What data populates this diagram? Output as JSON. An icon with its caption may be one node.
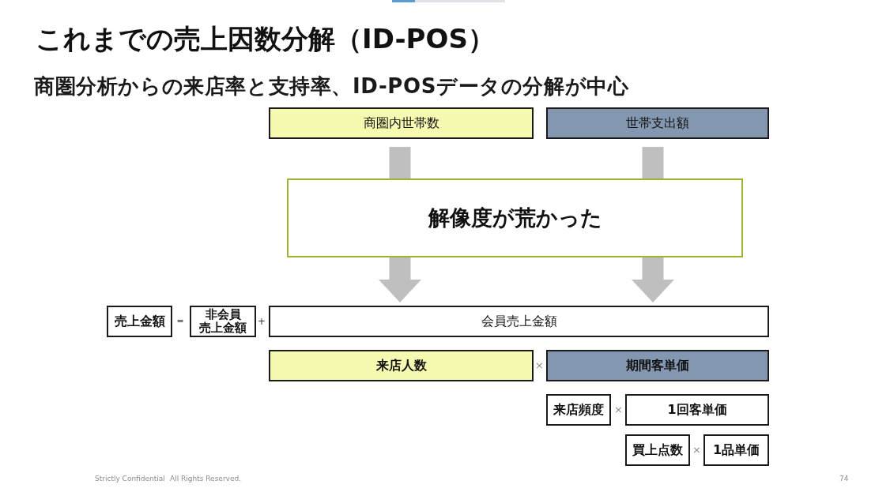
{
  "diagram": {
    "title": "これまでの売上因数分解（ID-POS）",
    "nodes": [
      {
        "text": [
          "商圏内世帯数"
        ]
      },
      {
        "text": [
          "世帯支出額"
        ]
      },
      {
        "text": [
          "解像度が荒かった"
        ]
      },
      {
        "text": [
          "売上金額"
        ]
      },
      {
        "text": [
          "非会員売上金額"
        ]
      },
      {
        "text": [
          "会員売上金額"
        ]
      },
      {
        "text": [
          "来店人数"
        ]
      },
      {
        "text": [
          "期間客単価"
        ]
      },
      {
        "text": [
          "来店頻度"
        ]
      },
      {
        "text": [
          "1回客単価"
        ]
      },
      {
        "text": [
          "買上点数"
        ]
      },
      {
        "text": [
          "1品単価"
        ]
      }
    ],
    "edges": [
      {
        "from": 0,
        "to": 2,
        "arrow": "none"
      },
      {
        "from": 2,
        "to": 5,
        "arrow": "to"
      },
      {
        "from": 1,
        "to": 2,
        "arrow": "none"
      },
      {
        "from": 2,
        "to": 5,
        "arrow": "to"
      }
    ],
    "labels": [
      "商圏分析からの来店率と支持率、ID-POSデータの分解が中心",
      "=",
      "+",
      "×",
      "×",
      "×",
      "Strictly Confidential",
      "All Rights Reserved.",
      "74"
    ]
  }
}
